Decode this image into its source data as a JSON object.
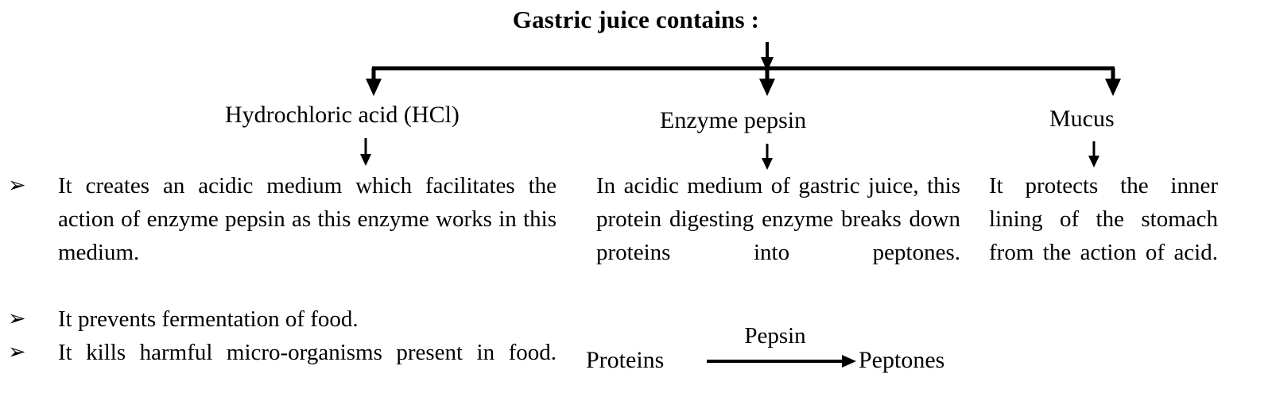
{
  "document": {
    "title": "Gastric juice contains :",
    "background_color": "#ffffff",
    "text_color": "#000000"
  },
  "branches": [
    {
      "id": "hydrochloric-acid",
      "heading": "Hydrochloric acid (HCl)",
      "body_type": "bullet-list",
      "bullet_glyph": "➢",
      "bullets": [
        "It creates an acidic medium which facilitates the action of enzyme pepsin as this enzyme works in this medium.",
        "It prevents fermentation of food.",
        "It kills harmful micro-organisms present in food."
      ]
    },
    {
      "id": "enzyme-pepsin",
      "heading": "Enzyme pepsin",
      "body_type": "paragraph",
      "paragraph": "In acidic medium of gastric juice, this protein digesting enzyme breaks down proteins into peptones."
    },
    {
      "id": "mucus",
      "heading": "Mucus",
      "body_type": "paragraph",
      "paragraph": "It protects the inner lining of the stomach from the action of acid."
    }
  ],
  "reaction": {
    "reactant": "Proteins",
    "product": "Peptones",
    "catalyst": "Pepsin",
    "arrow_glyph": "→"
  }
}
